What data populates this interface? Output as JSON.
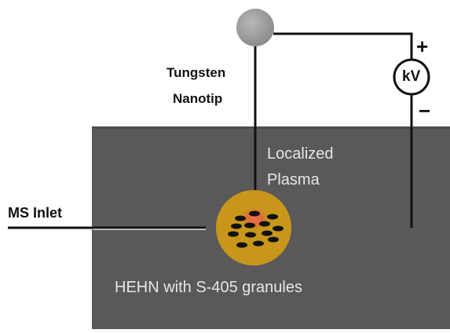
{
  "labels": {
    "tungsten": "Tungsten",
    "nanotip": "Nanotip",
    "localized": "Localized",
    "plasma": "Plasma",
    "ms_inlet": "MS Inlet",
    "hehn": "HEHN with S-405 granules",
    "voltmeter": "kV",
    "plus": "+",
    "minus": "−"
  },
  "colors": {
    "chamber": "#595959",
    "chamber_top": "#4d4d4d",
    "sphere": "#9a9a9a",
    "hehn_disc": "#c8961a",
    "granule": "#111111",
    "plasma_glow": "#e8524f",
    "wire": "#111111",
    "panel_text": "#e6e6e6"
  }
}
